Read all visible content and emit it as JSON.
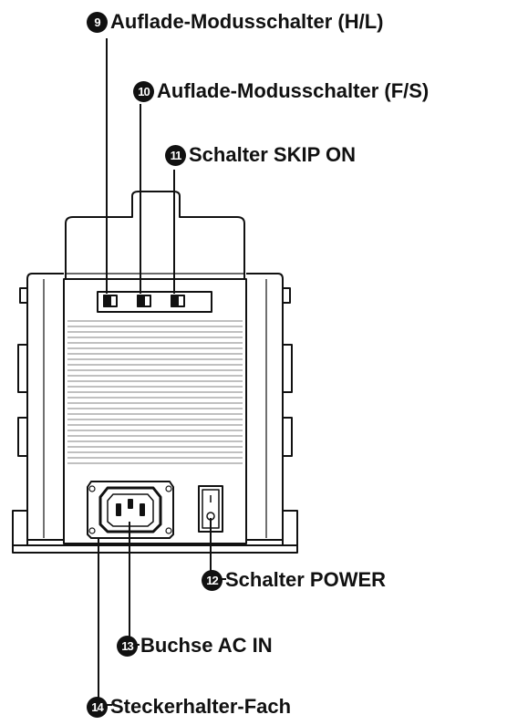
{
  "labels": [
    {
      "number": "9",
      "text": "Auflade-Modusschalter (H/L)"
    },
    {
      "number": "10",
      "text": "Auflade-Modusschalter (F/S)"
    },
    {
      "number": "11",
      "text": "Schalter SKIP ON"
    },
    {
      "number": "12",
      "text": "Schalter POWER"
    },
    {
      "number": "13",
      "text": "Buchse AC IN"
    },
    {
      "number": "14",
      "text": "Steckerhalter-Fach"
    }
  ],
  "colors": {
    "line": "#111111",
    "gray": "#9a9a9a",
    "background": "#ffffff"
  }
}
